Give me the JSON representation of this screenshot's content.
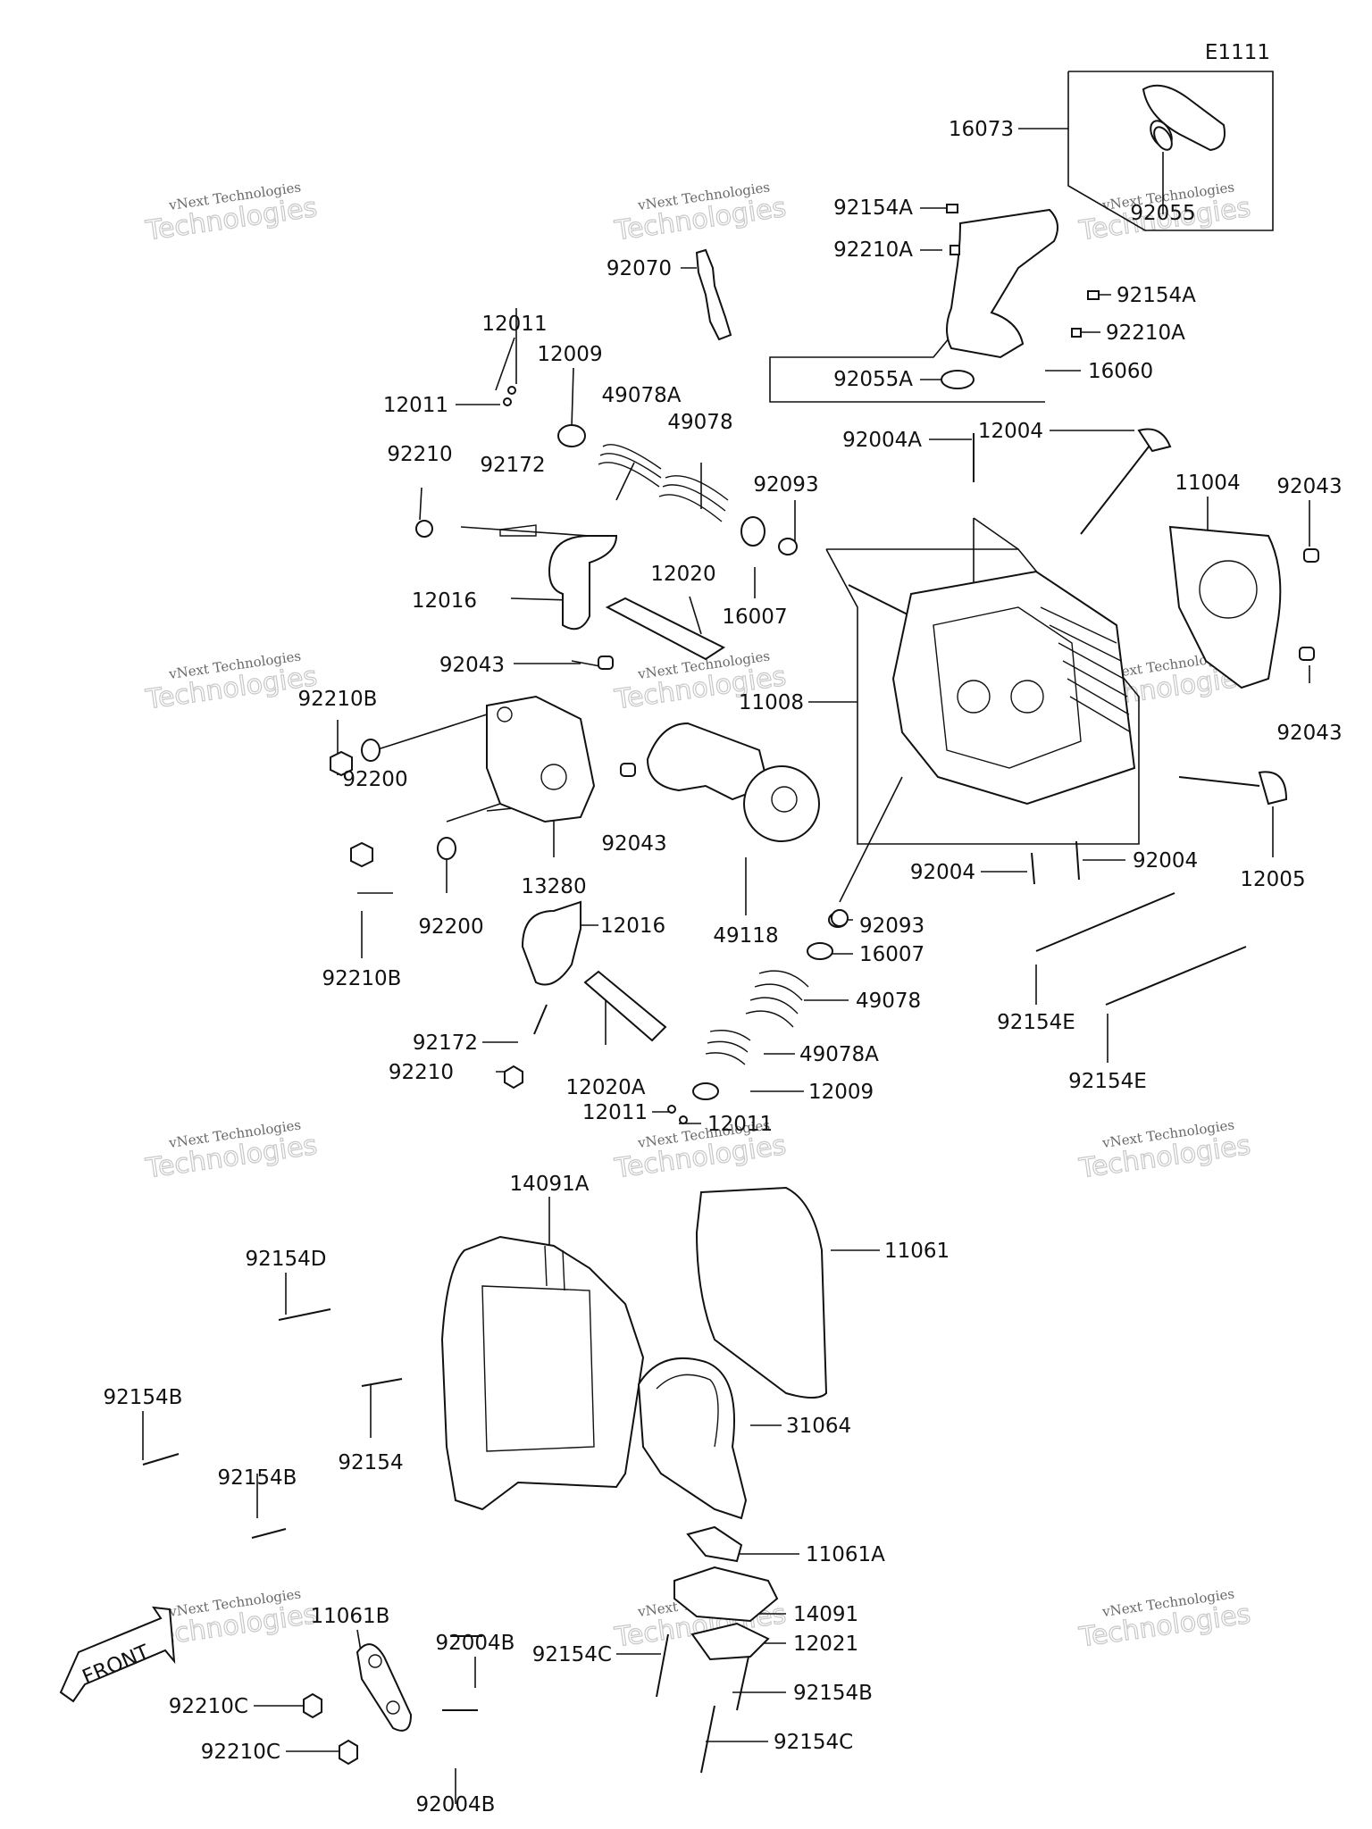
{
  "diagram": {
    "code": "E1111",
    "front_label": "FRONT",
    "watermark_top": "vNext Technologies",
    "watermark_bottom": "Technologies",
    "labels": [
      {
        "id": "l-16073",
        "text": "16073"
      },
      {
        "id": "l-92055",
        "text": "92055"
      },
      {
        "id": "l-92154A-1",
        "text": "92154A"
      },
      {
        "id": "l-92210A-1",
        "text": "92210A"
      },
      {
        "id": "l-92070",
        "text": "92070"
      },
      {
        "id": "l-92154A-2",
        "text": "92154A"
      },
      {
        "id": "l-92210A-2",
        "text": "92210A"
      },
      {
        "id": "l-92055A",
        "text": "92055A"
      },
      {
        "id": "l-16060",
        "text": "16060"
      },
      {
        "id": "l-12011-1",
        "text": "12011"
      },
      {
        "id": "l-12009-1",
        "text": "12009"
      },
      {
        "id": "l-12011-2",
        "text": "12011"
      },
      {
        "id": "l-49078A-1",
        "text": "49078A"
      },
      {
        "id": "l-49078-1",
        "text": "49078"
      },
      {
        "id": "l-92004A",
        "text": "92004A"
      },
      {
        "id": "l-12004",
        "text": "12004"
      },
      {
        "id": "l-92210-1",
        "text": "92210"
      },
      {
        "id": "l-92172-1",
        "text": "92172"
      },
      {
        "id": "l-92093-1",
        "text": "92093"
      },
      {
        "id": "l-11004",
        "text": "11004"
      },
      {
        "id": "l-92043-1",
        "text": "92043"
      },
      {
        "id": "l-12016-1",
        "text": "12016"
      },
      {
        "id": "l-12020",
        "text": "12020"
      },
      {
        "id": "l-16007-1",
        "text": "16007"
      },
      {
        "id": "l-92043-2",
        "text": "92043"
      },
      {
        "id": "l-92210B-1",
        "text": "92210B"
      },
      {
        "id": "l-11008",
        "text": "11008"
      },
      {
        "id": "l-92043-3",
        "text": "92043"
      },
      {
        "id": "l-92200-1",
        "text": "92200"
      },
      {
        "id": "l-92043-4",
        "text": "92043"
      },
      {
        "id": "l-13280",
        "text": "13280"
      },
      {
        "id": "l-92004-1",
        "text": "92004"
      },
      {
        "id": "l-92004-2",
        "text": "92004"
      },
      {
        "id": "l-12005",
        "text": "12005"
      },
      {
        "id": "l-92200-2",
        "text": "92200"
      },
      {
        "id": "l-49118",
        "text": "49118"
      },
      {
        "id": "l-92210B-2",
        "text": "92210B"
      },
      {
        "id": "l-12016-2",
        "text": "12016"
      },
      {
        "id": "l-92093-2",
        "text": "92093"
      },
      {
        "id": "l-16007-2",
        "text": "16007"
      },
      {
        "id": "l-49078-2",
        "text": "49078"
      },
      {
        "id": "l-92154E-1",
        "text": "92154E"
      },
      {
        "id": "l-92172-2",
        "text": "92172"
      },
      {
        "id": "l-49078A-2",
        "text": "49078A"
      },
      {
        "id": "l-92210-2",
        "text": "92210"
      },
      {
        "id": "l-12020A",
        "text": "12020A"
      },
      {
        "id": "l-92154E-2",
        "text": "92154E"
      },
      {
        "id": "l-12009-2",
        "text": "12009"
      },
      {
        "id": "l-12011-3",
        "text": "12011"
      },
      {
        "id": "l-12011-4",
        "text": "12011"
      },
      {
        "id": "l-14091A",
        "text": "14091A"
      },
      {
        "id": "l-92154D",
        "text": "92154D"
      },
      {
        "id": "l-11061",
        "text": "11061"
      },
      {
        "id": "l-92154B-1",
        "text": "92154B"
      },
      {
        "id": "l-31064",
        "text": "31064"
      },
      {
        "id": "l-92154-1",
        "text": "92154"
      },
      {
        "id": "l-92154B-2",
        "text": "92154B"
      },
      {
        "id": "l-11061A",
        "text": "11061A"
      },
      {
        "id": "l-11061B",
        "text": "11061B"
      },
      {
        "id": "l-92004B-1",
        "text": "92004B"
      },
      {
        "id": "l-14091",
        "text": "14091"
      },
      {
        "id": "l-12021",
        "text": "12021"
      },
      {
        "id": "l-92154C-1",
        "text": "92154C"
      },
      {
        "id": "l-92154B-3",
        "text": "92154B"
      },
      {
        "id": "l-92210C-1",
        "text": "92210C"
      },
      {
        "id": "l-92154C-2",
        "text": "92154C"
      },
      {
        "id": "l-92210C-2",
        "text": "92210C"
      },
      {
        "id": "l-92004B-2",
        "text": "92004B"
      }
    ]
  }
}
